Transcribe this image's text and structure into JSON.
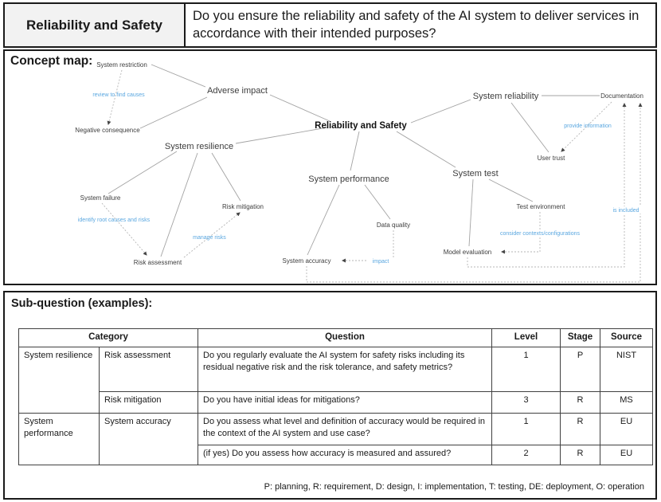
{
  "header": {
    "title": "Reliability and Safety",
    "question": "Do you ensure the reliability and safety of the AI system to deliver services in accordance with their intended purposes?"
  },
  "concept_map": {
    "label": "Concept map:",
    "nodes": {
      "reliability_safety": "Reliability and Safety",
      "adverse_impact": "Adverse impact",
      "system_restriction": "System restriction",
      "negative_consequence": "Negative consequence",
      "system_resilience": "System resilience",
      "system_failure": "System failure",
      "risk_assessment": "Risk assessment",
      "risk_mitigation": "Risk mitigation",
      "system_performance": "System performance",
      "system_accuracy": "System accuracy",
      "data_quality": "Data quality",
      "system_test": "System test",
      "model_evaluation": "Model evaluation",
      "test_environment": "Test environment",
      "system_reliability": "System reliability",
      "user_trust": "User trust",
      "documentation": "Documentation"
    },
    "edge_labels": {
      "review_to_find_causes": "review to find causes",
      "identify_root_causes": "identify root causes and risks",
      "manage_risks": "manage risks",
      "impact": "impact",
      "provide_information": "provide information",
      "consider_contexts": "consider contexts/configurations",
      "is_included": "is included"
    },
    "colors": {
      "edge_label_blue": "#5aa7e0",
      "line_gray": "#a3a3a3",
      "node_text": "#3d3d3d"
    }
  },
  "subquestions": {
    "label": "Sub-question (examples):",
    "columns": [
      "Category",
      "Question",
      "Level",
      "Stage",
      "Source"
    ],
    "rows": [
      {
        "category": "System resilience",
        "subcategory": "Risk assessment",
        "question": "Do you regularly evaluate the AI system for safety risks including its residual negative risk and the risk tolerance, and safety metrics?",
        "level": "1",
        "stage": "P",
        "source": "NIST"
      },
      {
        "subcategory": "Risk mitigation",
        "question": "Do you have initial ideas for mitigations?",
        "level": "3",
        "stage": "R",
        "source": "MS"
      },
      {
        "category": "System performance",
        "subcategory": "System accuracy",
        "question": "Do you assess what level and definition of accuracy would be required in the context of the AI system and use case?",
        "level": "1",
        "stage": "R",
        "source": "EU"
      },
      {
        "question": "(if yes) Do you assess how accuracy is measured and assured?",
        "level": "2",
        "stage": "R",
        "source": "EU"
      }
    ],
    "footnote": "P: planning, R: requirement, D: design, I: implementation, T: testing, DE: deployment, O: operation"
  }
}
